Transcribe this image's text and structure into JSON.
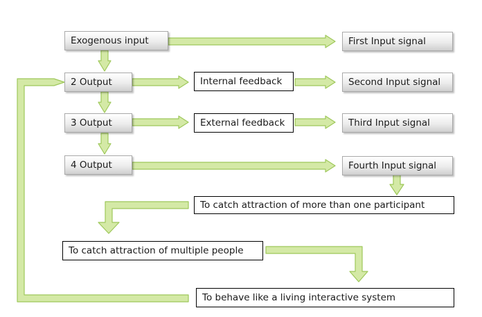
{
  "nodes": {
    "exogenous_input": "Exogenous input",
    "output_2": "2 Output",
    "output_3": "3 Output",
    "output_4": "4 Output",
    "first_input_signal": "First Input signal",
    "second_input_signal": "Second Input signal",
    "third_input_signal": "Third Input signal",
    "fourth_input_signal": "Fourth Input signal",
    "internal_feedback": "Internal feedback",
    "external_feedback": "External feedback",
    "catch_more_than_one": "To catch attraction of more than one participant",
    "catch_multiple_people": "To catch attraction of multiple people",
    "behave_living_system": "To behave like a living interactive system"
  },
  "colors": {
    "arrow_fill": "#d4e9a6",
    "arrow_stroke": "#9ec85a"
  }
}
